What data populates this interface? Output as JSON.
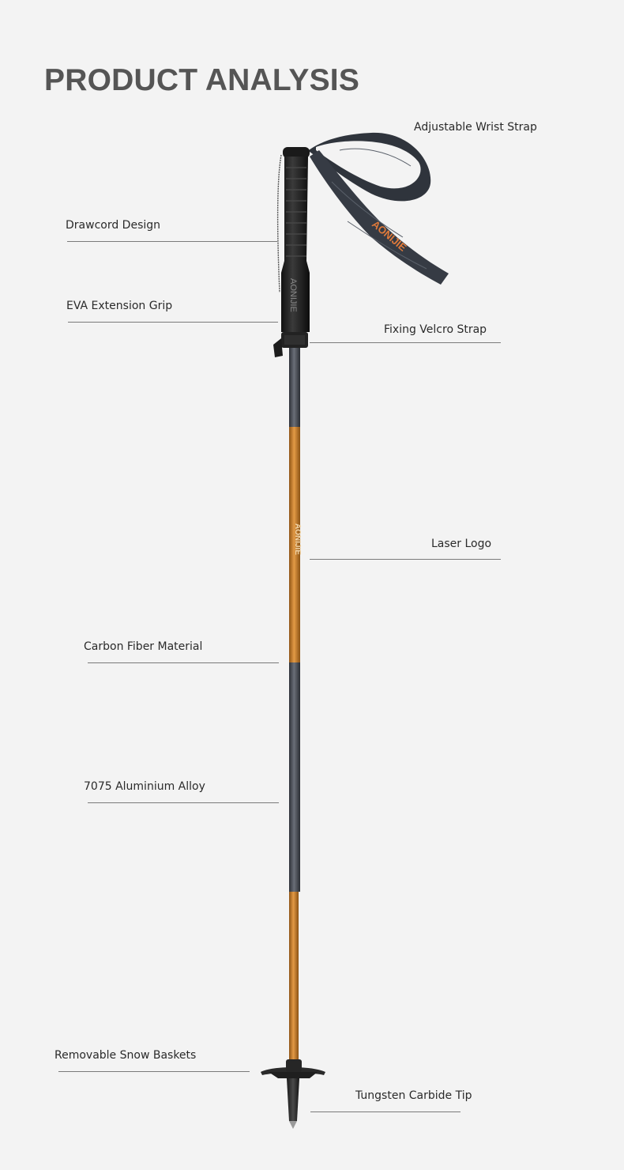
{
  "title": "PRODUCT ANALYSIS",
  "callouts": {
    "wrist_strap": "Adjustable Wrist Strap",
    "drawcord": "Drawcord Design",
    "eva_grip": "EVA Extension Grip",
    "velcro": "Fixing Velcro Strap",
    "laser_logo": "Laser Logo",
    "carbon": "Carbon Fiber Material",
    "alloy": "7075 Aluminium Alloy",
    "baskets": "Removable Snow Baskets",
    "tip": "Tungsten Carbide Tip"
  },
  "product": {
    "strap_logo": "AONIJIE",
    "shaft_logo": "AONIJIE",
    "grip_logo": "AONIJIE",
    "colors": {
      "background": "#f3f3f3",
      "shaft_orange": "#c67f2a",
      "shaft_gray": "#4c5058",
      "grip": "#1e1e1e",
      "strap": "#3a3f48",
      "strap_text": "#e07a3a"
    }
  }
}
